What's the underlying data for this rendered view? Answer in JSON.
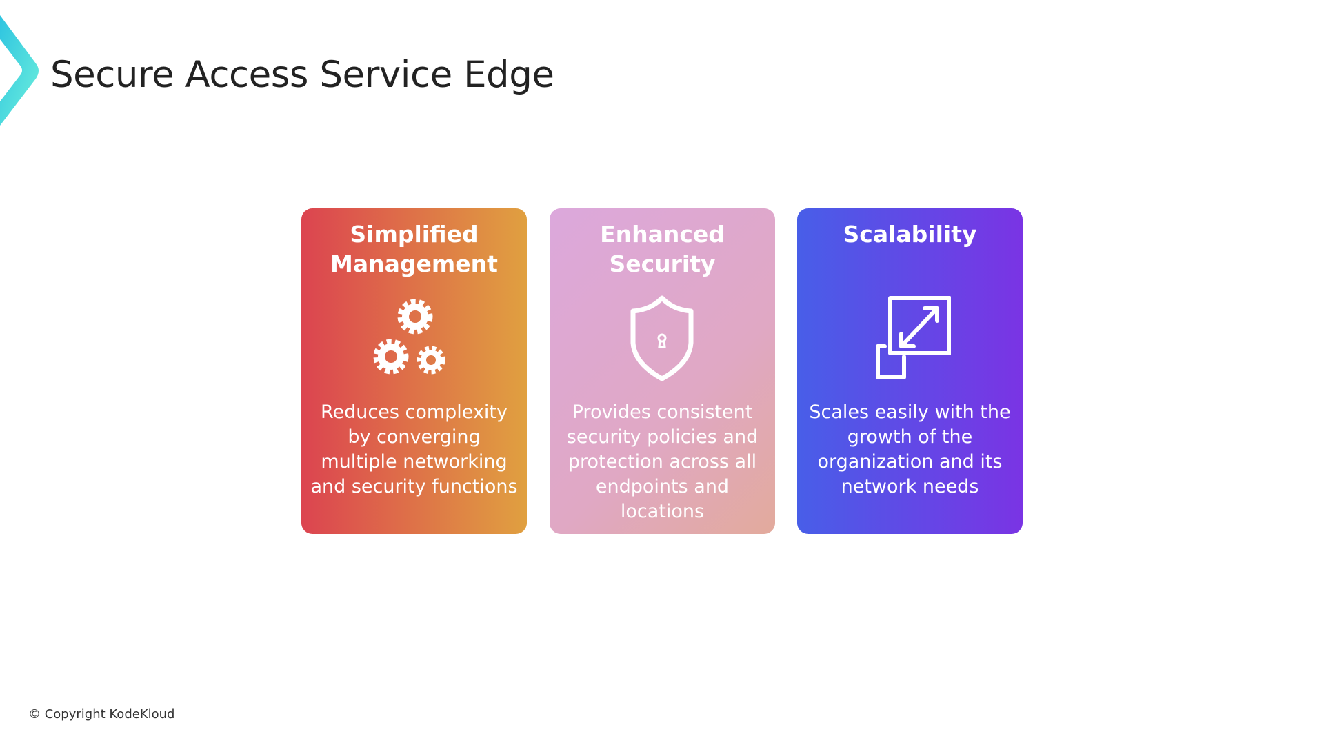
{
  "header": {
    "title": "Secure Access Service Edge"
  },
  "cards": [
    {
      "title": "Simplified Management",
      "icon": "gears-icon",
      "body": "Reduces complexity by converging multiple networking and security functions"
    },
    {
      "title": "Enhanced Security",
      "icon": "shield-lock-icon",
      "body": "Provides consistent security policies and protection across all endpoints and locations"
    },
    {
      "title": "Scalability",
      "icon": "scale-resize-icon",
      "body": "Scales easily with the growth of the organization and its network needs"
    }
  ],
  "footer": {
    "copyright": "© Copyright KodeKloud"
  }
}
